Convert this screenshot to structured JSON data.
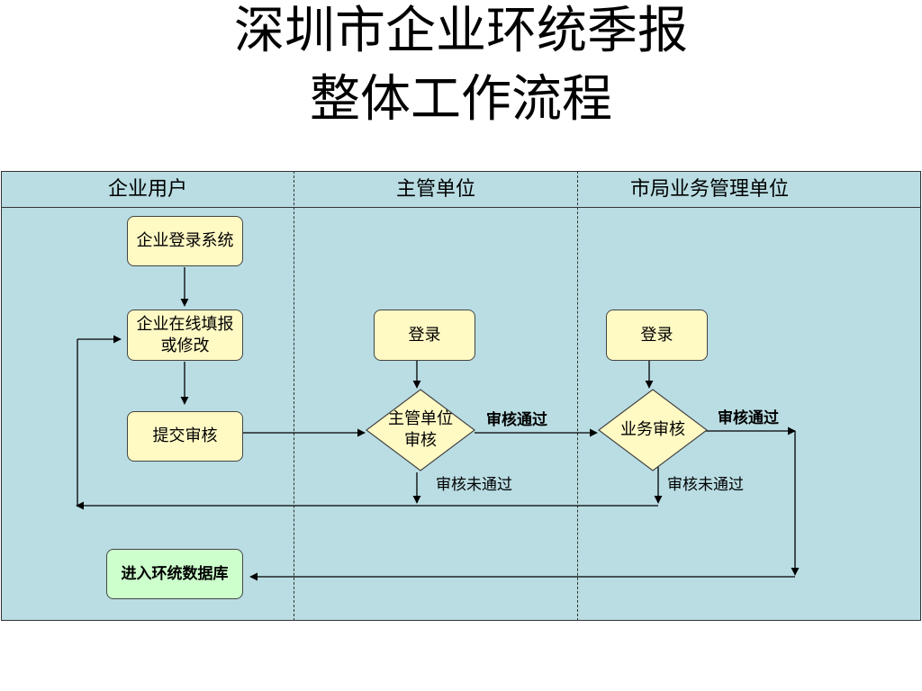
{
  "title": {
    "line1": "深圳市企业环统季报",
    "line2": "整体工作流程"
  },
  "lanes": [
    {
      "label": "企业用户"
    },
    {
      "label": "主管单位"
    },
    {
      "label": "市局业务管理单位"
    }
  ],
  "nodes": {
    "login_enterprise": "企业登录系统",
    "fill_online": "企业在线填报\n或修改",
    "submit_review": "提交审核",
    "enter_database": "进入环统数据库",
    "login_dept": "登录",
    "dept_review": "主管单位\n审核",
    "login_bureau": "登录",
    "bureau_review": "业务审核"
  },
  "edge_labels": {
    "dept_pass": "审核通过",
    "dept_fail": "审核未通过",
    "bureau_pass": "审核通过",
    "bureau_fail": "审核未通过"
  },
  "colors": {
    "lane_background": "#b9dde3",
    "process_fill": "#fff9c4",
    "final_fill": "#ccffcc"
  }
}
